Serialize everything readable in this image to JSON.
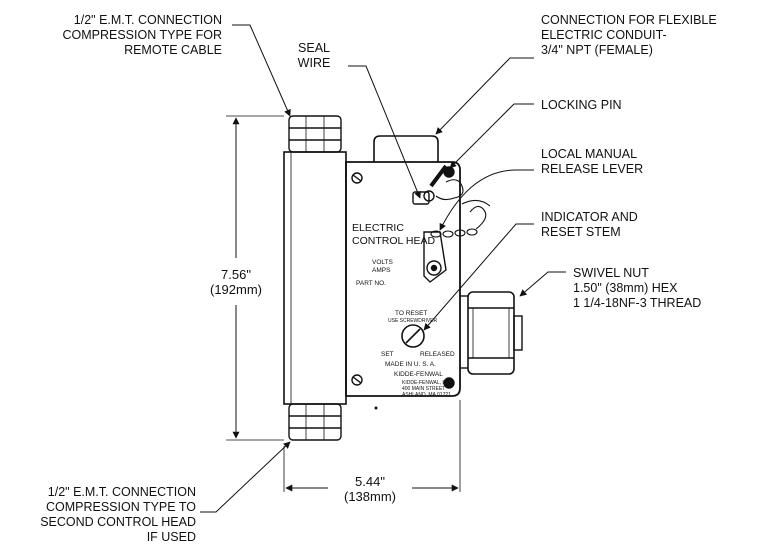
{
  "callouts": {
    "remote_cable": "1/2\" E.M.T. CONNECTION\nCOMPRESSION TYPE FOR\nREMOTE CABLE",
    "seal_wire": "SEAL\nWIRE",
    "flexible_conduit": "CONNECTION FOR FLEXIBLE\nELECTRIC CONDUIT-\n3/4\" NPT (FEMALE)",
    "locking_pin": "LOCKING PIN",
    "manual_release": "LOCAL MANUAL\nRELEASE LEVER",
    "indicator": "INDICATOR AND\nRESET STEM",
    "swivel_nut": "SWIVEL NUT\n1.50\" (38mm) HEX\n1 1/4-18NF-3 THREAD",
    "second_head": "1/2\" E.M.T. CONNECTION\nCOMPRESSION TYPE TO\nSECOND CONTROL HEAD\nIF USED"
  },
  "dimensions": {
    "height": "7.56\"\n(192mm)",
    "width": "5.44\"\n(138mm)"
  },
  "plate": {
    "title": "ELECTRIC\nCONTROL HEAD",
    "volts_amps": "VOLTS\nAMPS",
    "part_no": "PART NO.",
    "to_reset": "TO RESET",
    "use_screwdriver": "USE SCREWDRIVER",
    "set": "SET",
    "released": "RELEASED",
    "made_in": "MADE IN U. S. A.",
    "manufacturer": "KIDDE-FENWAL",
    "address": "KIDDE-FENWAL, INC.\n400 MAIN STREET\nASHLAND, MA 01721"
  }
}
